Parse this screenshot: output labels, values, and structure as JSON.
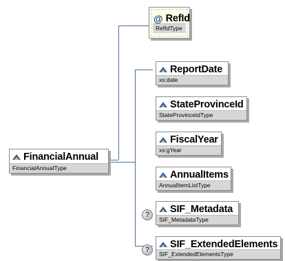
{
  "root": {
    "name": "FinancialAnnual",
    "type": "FinancialAnnualType"
  },
  "attribute": {
    "symbol": "@",
    "name": "RefId",
    "type": "RefIdType"
  },
  "children": [
    {
      "name": "ReportDate",
      "type": "xs:date",
      "optional": false
    },
    {
      "name": "StateProvinceId",
      "type": "StateProvinceIdType",
      "optional": false
    },
    {
      "name": "FiscalYear",
      "type": "xs:gYear",
      "optional": false
    },
    {
      "name": "AnnualItems",
      "type": "AnnualItemListType",
      "optional": false
    },
    {
      "name": "SIF_Metadata",
      "type": "SIF_MetadataType",
      "optional": true,
      "optional_marker": "?"
    },
    {
      "name": "SIF_ExtendedElements",
      "type": "SIF_ExtendedElementsType",
      "optional": true,
      "optional_marker": "?"
    }
  ],
  "colors": {
    "connector": "#4a6f95",
    "type_bar": "#d7d7d7",
    "attribute_bg": "#fffde6",
    "element_icon": "#2f5fa8"
  }
}
